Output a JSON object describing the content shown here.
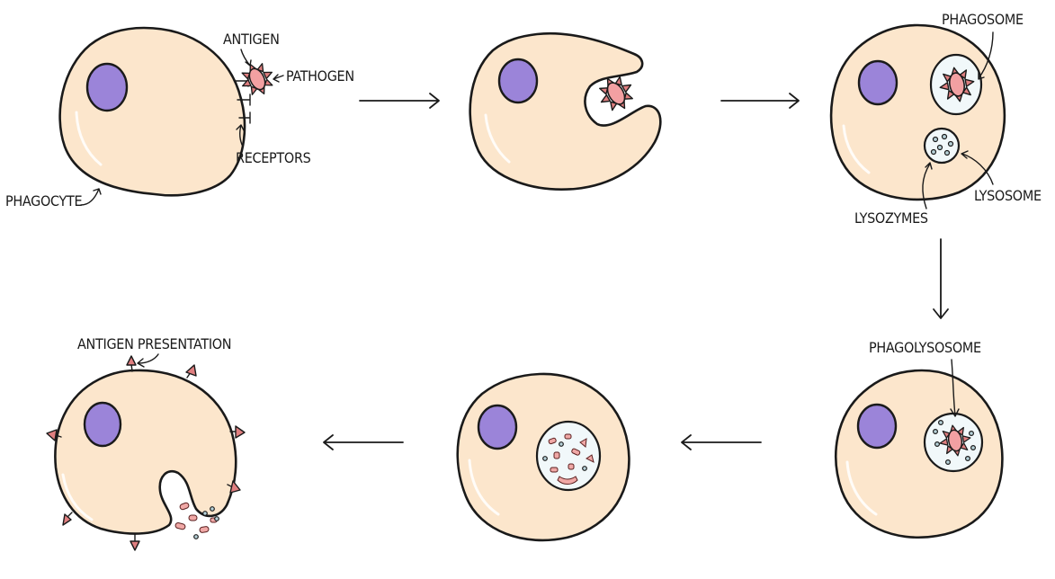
{
  "labels": {
    "antigen": "ANTIGEN",
    "pathogen": "PATHOGEN",
    "receptors": "RECEPTORS",
    "phagocyte": "PHAGOCYTE",
    "phagosome": "PHAGOSOME",
    "lysosome": "LYSOSOME",
    "lysozymes": "LYSOZYMES",
    "phagolysosome": "PHAGOLYSOSOME",
    "antigen_presentation": "ANTIGEN  PRESENTATION"
  },
  "colors": {
    "cytoplasm": "#fce6cc",
    "nucleus": "#9b84d9",
    "pathogen": "#f2a0a2",
    "antigen": "#e07f80",
    "vesicle": "#f1f8fa",
    "lysozyme": "#b8d3da",
    "outline": "#1a1a1a"
  }
}
